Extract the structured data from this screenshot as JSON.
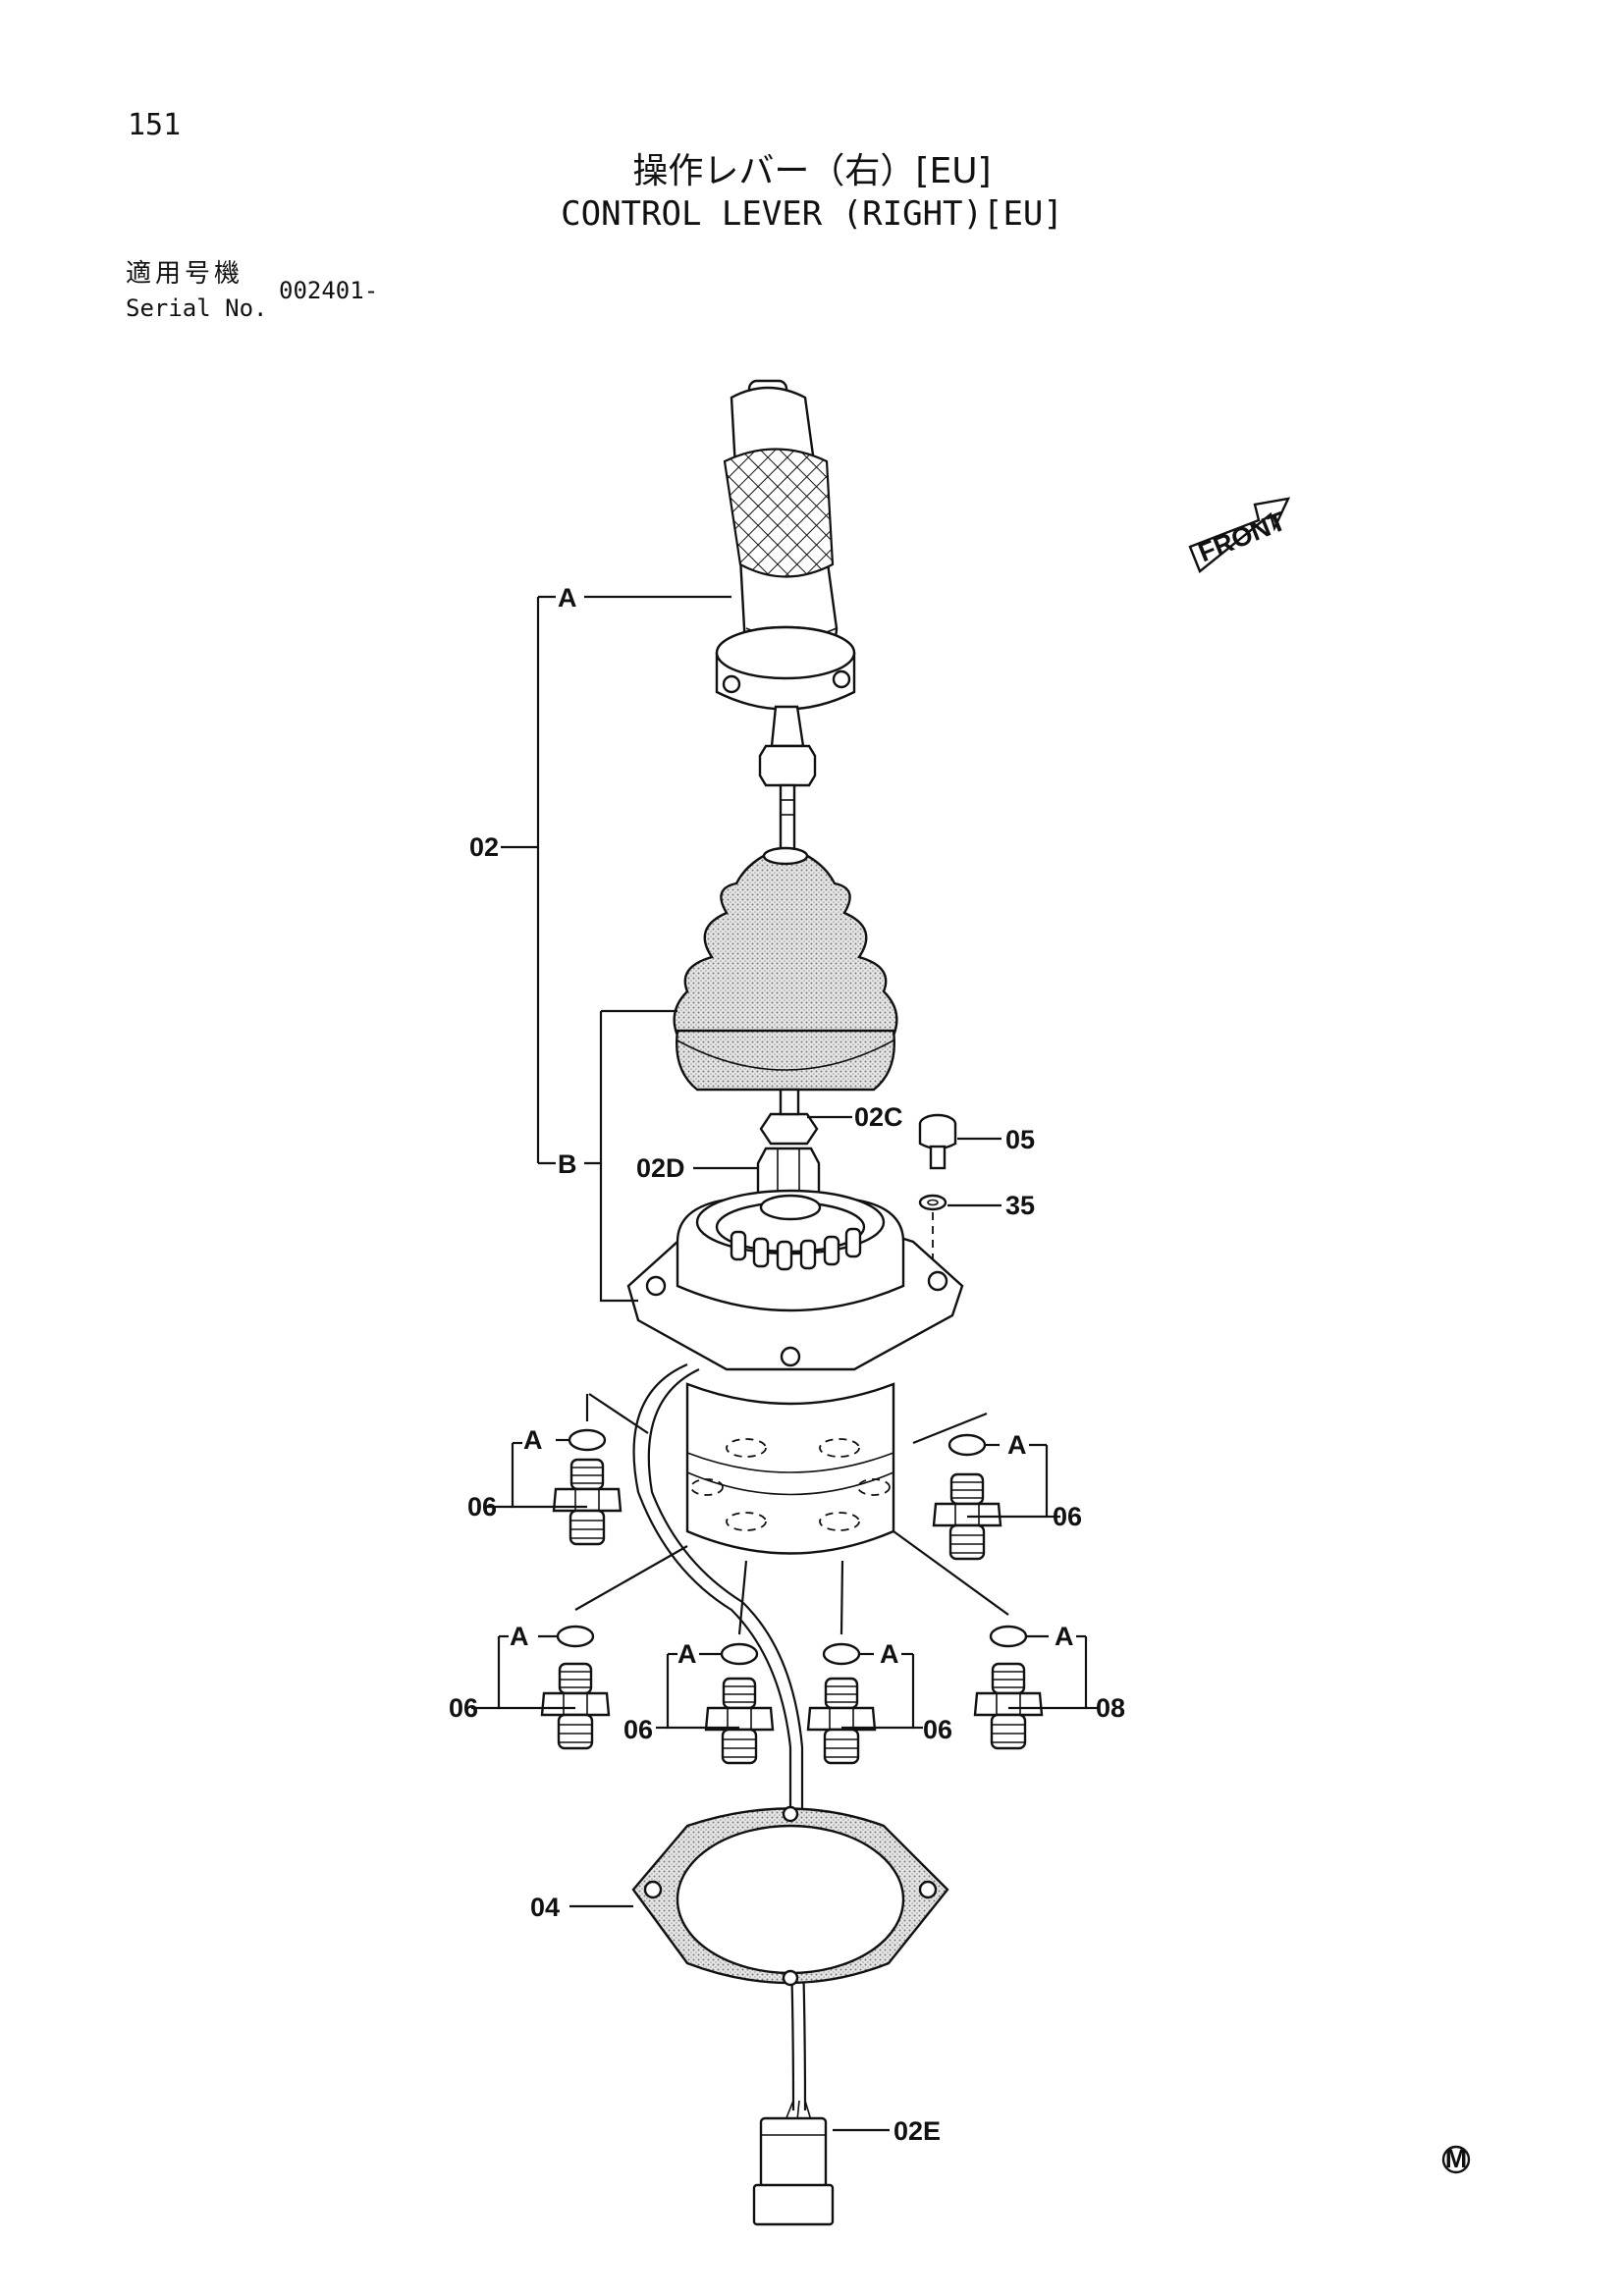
{
  "page_number": "151",
  "title_jp": "操作レバー（右）[EU]",
  "title_en": "CONTROL LEVER (RIGHT)[EU]",
  "serial_label_jp": "適用号機",
  "serial_label_en": "Serial No.",
  "serial_value": "002401-",
  "front_label": "FRONT",
  "footer_mark": "M",
  "callouts": {
    "02": "02",
    "A": "A",
    "B": "B",
    "02C": "02C",
    "02D": "02D",
    "05": "05",
    "35": "35",
    "04": "04",
    "02E": "02E",
    "06": "06",
    "08": "08"
  }
}
